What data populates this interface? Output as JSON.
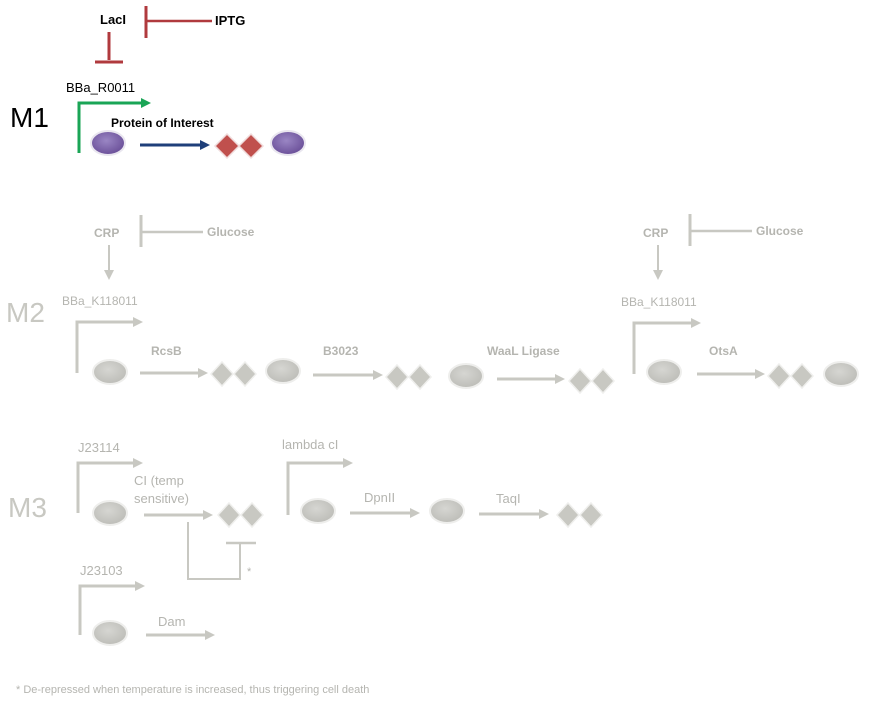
{
  "colors": {
    "active_promoter": "#1aa556",
    "repression": "#b03a3e",
    "translation_arrow": "#1f3f7a",
    "rbs": "#7b61a8",
    "protein": "#c0504d",
    "inactive": "#c8c8c2",
    "inactive_text": "#b5b5b0",
    "dark_text": "#000000"
  },
  "modules": {
    "m1": {
      "label": "M1",
      "repressor": "LacI",
      "inducer": "IPTG",
      "promoter": "BBa_R0011",
      "gene": "Protein of Interest"
    },
    "m2": {
      "label": "M2",
      "activator_1": "CRP",
      "inhibitor_1": "Glucose",
      "promoter_1": "BBa_K118011",
      "gene_1": "RcsB",
      "gene_2": "B3023",
      "gene_3": "WaaL Ligase",
      "activator_2": "CRP",
      "inhibitor_2": "Glucose",
      "promoter_2": "BBa_K118011",
      "gene_4": "OtsA"
    },
    "m3": {
      "label": "M3",
      "promoter_1": "J23114",
      "gene_1_line1": "CI (temp",
      "gene_1_line2": "sensitive)",
      "promoter_2": "lambda cI",
      "gene_2": "DpnII",
      "gene_3": "TaqI",
      "promoter_3": "J23103",
      "gene_4": "Dam",
      "asterisk": "*"
    }
  },
  "footnote": "* De-repressed when temperature is increased, thus triggering cell death"
}
